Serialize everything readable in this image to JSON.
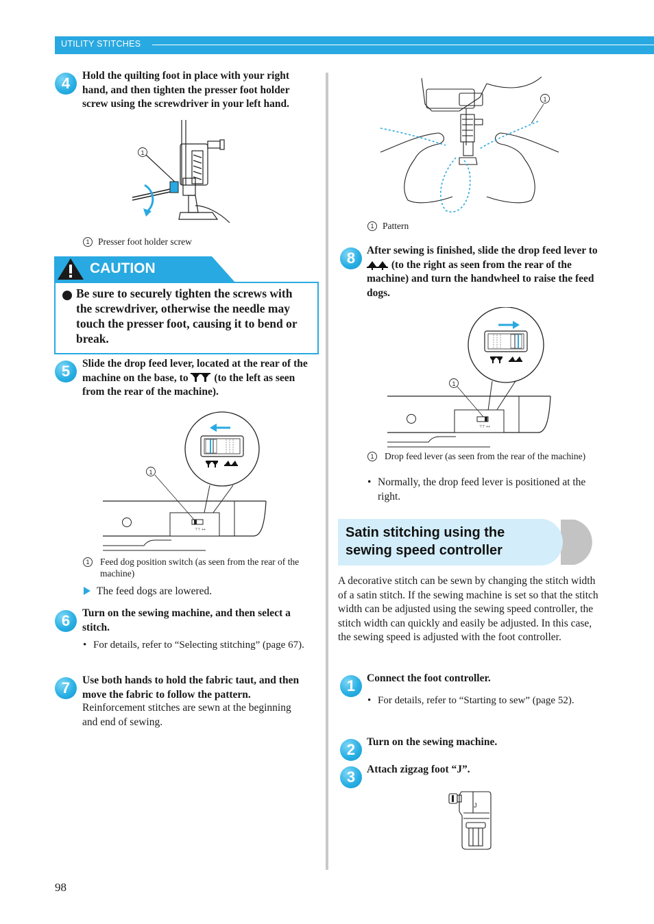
{
  "header": {
    "title": "UTILITY STITCHES"
  },
  "page_number": "98",
  "left": {
    "step4": {
      "num": "4",
      "text": "Hold the quilting foot in place with your right hand, and then tighten the presser foot holder screw using the screwdriver in your left hand.",
      "callout": "1",
      "caption_num": "1",
      "caption": "Presser foot holder screw"
    },
    "caution": {
      "label": "CAUTION",
      "text": "Be sure to securely tighten the screws with the screwdriver, otherwise the needle may touch the presser foot, causing it to bend or break."
    },
    "step5": {
      "num": "5",
      "text_before": "Slide the drop feed lever, located at the rear of the machine on the base, to",
      "text_after": "(to the left as seen from the rear of the machine).",
      "callout": "1",
      "caption_num": "1",
      "caption": "Feed dog position switch (as seen from the rear of the machine)",
      "result": "The feed dogs are lowered."
    },
    "step6": {
      "num": "6",
      "text": "Turn on the sewing machine, and then select a stitch.",
      "note": "For details, refer to “Selecting stitching” (page 67)."
    },
    "step7": {
      "num": "7",
      "text": "Use both hands to hold the fabric taut, and then move the fabric to follow the pattern.",
      "body": "Reinforcement stitches are sewn at the beginning and end of sewing."
    }
  },
  "right": {
    "fig_pattern": {
      "callout": "1",
      "caption_num": "1",
      "caption": "Pattern"
    },
    "step8": {
      "num": "8",
      "text_before": "After sewing is finished, slide the drop feed lever to",
      "text_after": "(to the right as seen from the rear of the machine) and turn the handwheel to raise the feed dogs.",
      "callout": "1",
      "caption_num": "1",
      "caption": "Drop feed lever (as seen from the rear of the machine)",
      "note": "Normally, the drop feed lever is positioned at the right."
    },
    "section": {
      "title_line1": "Satin stitching using the",
      "title_line2": "sewing speed controller",
      "intro": "A decorative stitch can be sewn by changing the stitch width of a satin stitch. If the sewing machine is set so that the stitch width can be adjusted using the sewing speed controller, the stitch width can quickly and easily be adjusted. In this case, the sewing speed is adjusted with the foot controller."
    },
    "step1": {
      "num": "1",
      "text": "Connect the foot controller.",
      "note": "For details, refer to “Starting to sew” (page 52)."
    },
    "step2": {
      "num": "2",
      "text": "Turn on the sewing machine."
    },
    "step3": {
      "num": "3",
      "text": "Attach zigzag foot “J”.",
      "foot_letter": "J"
    }
  },
  "colors": {
    "accent": "#29a9e1",
    "caution_fill": "#29a9e1",
    "section_fill": "#d3eefa",
    "divider": "#c9c9c9"
  }
}
